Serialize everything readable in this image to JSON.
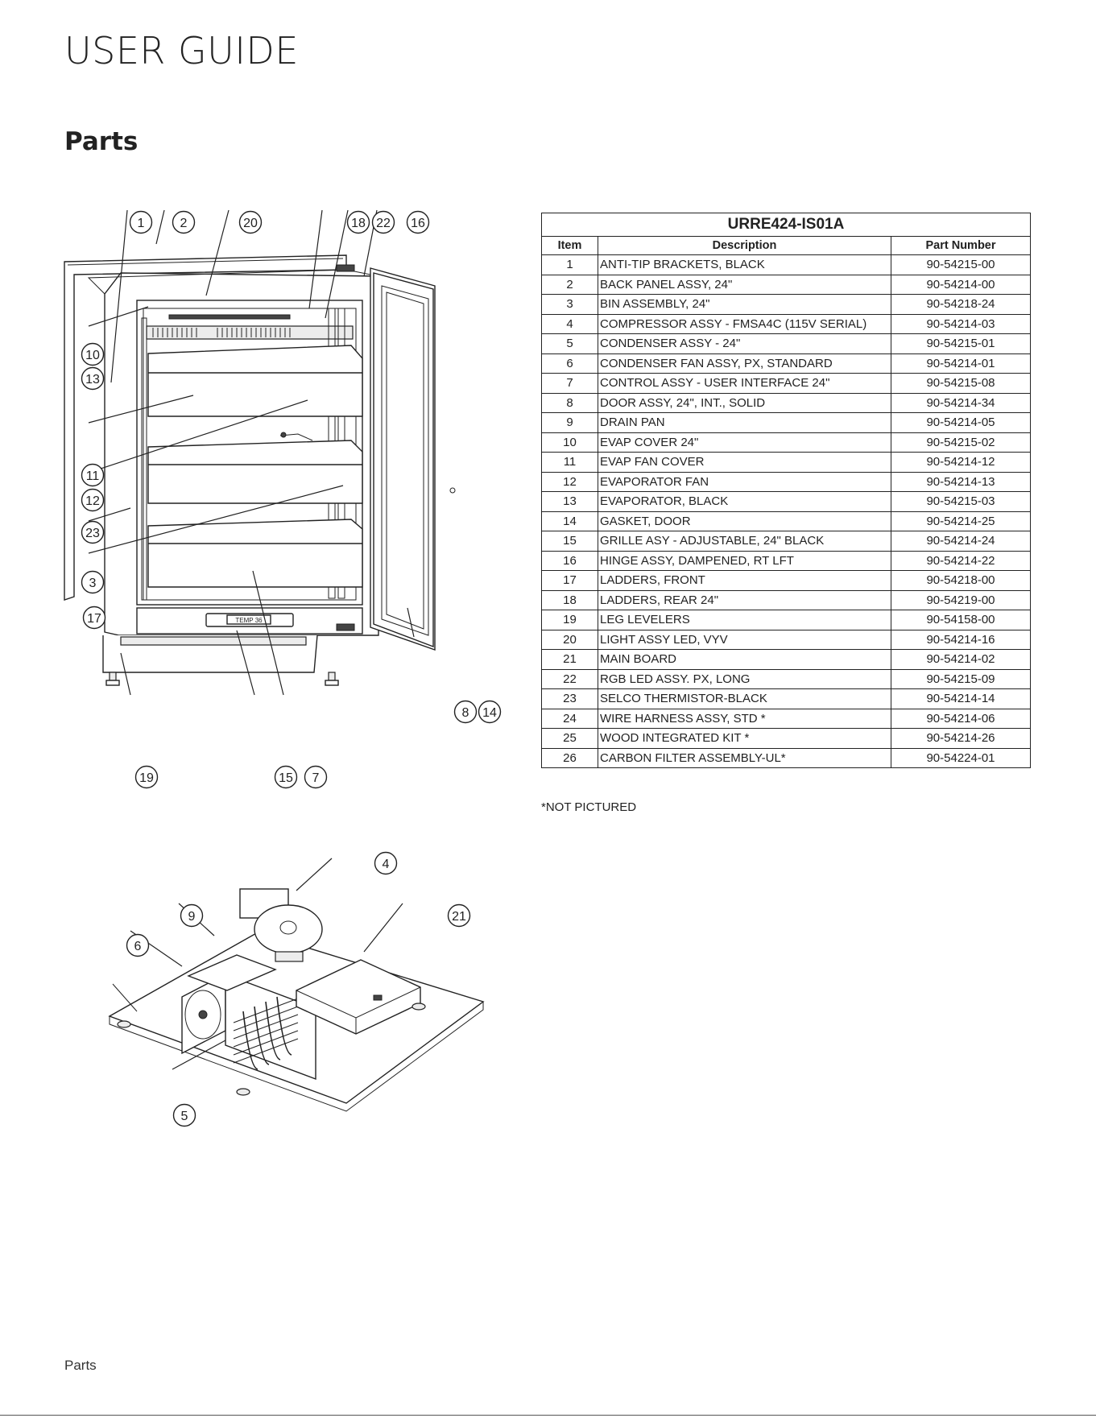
{
  "header": {
    "title": "USER GUIDE"
  },
  "section": {
    "title": "Parts"
  },
  "diagram_top": {
    "callouts": [
      "1",
      "2",
      "20",
      "18",
      "22",
      "16",
      "10",
      "13",
      "11",
      "12",
      "23",
      "3",
      "17",
      "8",
      "14",
      "19",
      "15",
      "7"
    ],
    "display_text": "TEMP 36"
  },
  "diagram_bottom": {
    "callouts": [
      "4",
      "9",
      "21",
      "6",
      "5"
    ]
  },
  "table": {
    "model": "URRE424-IS01A",
    "columns": [
      "Item",
      "Description",
      "Part Number"
    ],
    "rows": [
      {
        "item": "1",
        "desc": "ANTI-TIP BRACKETS, BLACK",
        "pn": "90-54215-00"
      },
      {
        "item": "2",
        "desc": "BACK PANEL ASSY, 24\"",
        "pn": "90-54214-00"
      },
      {
        "item": "3",
        "desc": "BIN ASSEMBLY, 24\"",
        "pn": "90-54218-24"
      },
      {
        "item": "4",
        "desc": "COMPRESSOR ASSY - FMSA4C (115V SERIAL)",
        "pn": "90-54214-03"
      },
      {
        "item": "5",
        "desc": "CONDENSER ASSY - 24\"",
        "pn": "90-54215-01"
      },
      {
        "item": "6",
        "desc": "CONDENSER FAN ASSY, PX, STANDARD",
        "pn": "90-54214-01"
      },
      {
        "item": "7",
        "desc": "CONTROL ASSY - USER INTERFACE 24\"",
        "pn": "90-54215-08"
      },
      {
        "item": "8",
        "desc": "DOOR ASSY, 24\", INT., SOLID",
        "pn": "90-54214-34"
      },
      {
        "item": "9",
        "desc": "DRAIN PAN",
        "pn": "90-54214-05"
      },
      {
        "item": "10",
        "desc": "EVAP COVER 24\"",
        "pn": "90-54215-02"
      },
      {
        "item": "11",
        "desc": "EVAP FAN COVER",
        "pn": "90-54214-12"
      },
      {
        "item": "12",
        "desc": "EVAPORATOR FAN",
        "pn": "90-54214-13"
      },
      {
        "item": "13",
        "desc": "EVAPORATOR, BLACK",
        "pn": "90-54215-03"
      },
      {
        "item": "14",
        "desc": "GASKET, DOOR",
        "pn": "90-54214-25"
      },
      {
        "item": "15",
        "desc": "GRILLE ASY - ADJUSTABLE, 24\" BLACK",
        "pn": "90-54214-24"
      },
      {
        "item": "16",
        "desc": "HINGE ASSY, DAMPENED, RT LFT",
        "pn": "90-54214-22"
      },
      {
        "item": "17",
        "desc": "LADDERS, FRONT",
        "pn": "90-54218-00"
      },
      {
        "item": "18",
        "desc": "LADDERS, REAR 24\"",
        "pn": "90-54219-00"
      },
      {
        "item": "19",
        "desc": "LEG LEVELERS",
        "pn": "90-54158-00"
      },
      {
        "item": "20",
        "desc": "LIGHT ASSY LED, VYV",
        "pn": "90-54214-16"
      },
      {
        "item": "21",
        "desc": "MAIN BOARD",
        "pn": "90-54214-02"
      },
      {
        "item": "22",
        "desc": "RGB LED ASSY. PX, LONG",
        "pn": "90-54215-09"
      },
      {
        "item": "23",
        "desc": "SELCO THERMISTOR-BLACK",
        "pn": "90-54214-14"
      },
      {
        "item": "24",
        "desc": "WIRE HARNESS ASSY, STD *",
        "pn": "90-54214-06"
      },
      {
        "item": "25",
        "desc": "WOOD INTEGRATED KIT *",
        "pn": "90-54214-26"
      },
      {
        "item": "26",
        "desc": "CARBON FILTER ASSEMBLY-UL*",
        "pn": "90-54224-01"
      }
    ]
  },
  "note": "*NOT PICTURED",
  "footer": {
    "label": "Parts"
  }
}
